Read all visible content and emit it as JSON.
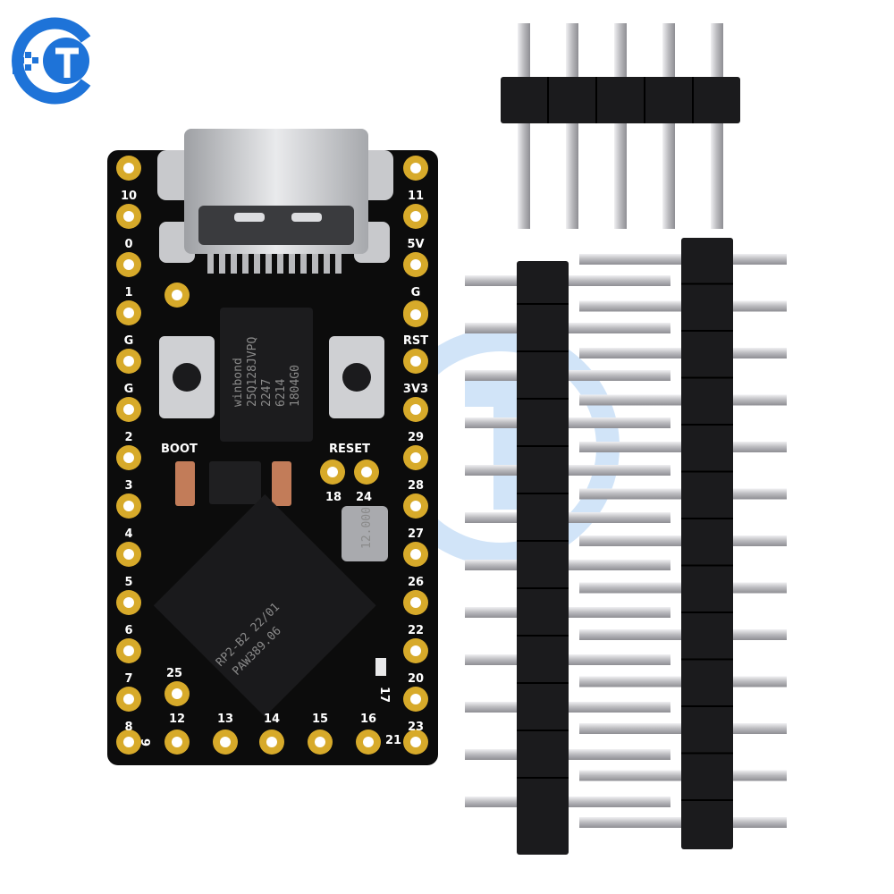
{
  "board": {
    "left_labels": [
      "10",
      "0",
      "1",
      "G",
      "G",
      "2",
      "3",
      "4",
      "5",
      "6",
      "7",
      "8"
    ],
    "right_labels": [
      "11",
      "5V",
      "G",
      "RST",
      "3V3",
      "29",
      "28",
      "27",
      "26",
      "22",
      "20",
      "23"
    ],
    "bottom_labels": [
      "12",
      "13",
      "14",
      "15",
      "16",
      "21"
    ],
    "extra_labels": {
      "nine": "9",
      "twentyfive": "25",
      "eighteen": "18",
      "twentyfour": "24",
      "seventeen": "17"
    },
    "buttons": {
      "boot": "BOOT",
      "reset": "RESET"
    },
    "chip": {
      "line1": "RP2-B2  22/01",
      "line2": "PAW389.06"
    },
    "flash": {
      "line1": "winbond",
      "line2": "25Q128JVPQ",
      "line3": "2247",
      "line4": "6214",
      "line5": "1804G0"
    },
    "crystal": "12.000"
  },
  "colors": {
    "pcb": "#0c0c0c",
    "gold": "#d7aa2a",
    "header_plastic": "#1b1b1d",
    "pin_metal": "#c9c9cc",
    "logo_blue": "#1e73d8"
  }
}
